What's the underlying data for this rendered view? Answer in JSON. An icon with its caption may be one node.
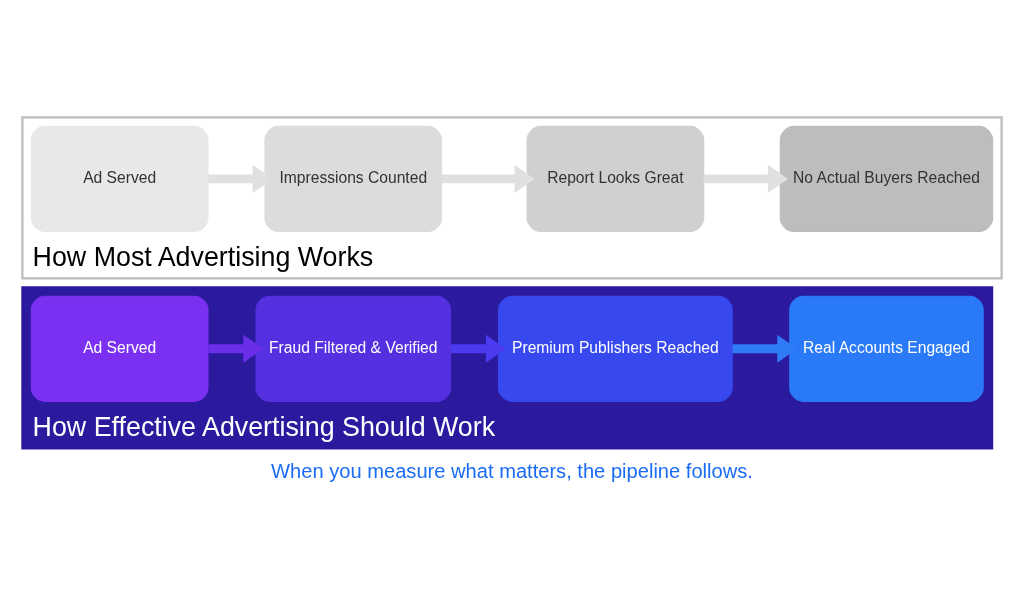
{
  "diagram": {
    "caption": "When you measure what matters, the pipeline follows.",
    "nodes": [
      {
        "text": [
          "How Most Advertising Works"
        ]
      },
      {
        "text": [
          "Ad Served"
        ],
        "in": 0
      },
      {
        "text": [
          "Impressions Counted"
        ],
        "in": 0
      },
      {
        "text": [
          "Report Looks Great"
        ],
        "in": 0
      },
      {
        "text": [
          "No Actual Buyers Reached"
        ],
        "in": 0
      },
      {
        "text": [
          "How Effective Advertising Should Work"
        ]
      },
      {
        "text": [
          "Ad Served"
        ],
        "in": 5
      },
      {
        "text": [
          "Fraud Filtered & Verified"
        ],
        "in": 5
      },
      {
        "text": [
          "Premium Publishers Reached"
        ],
        "in": 5
      },
      {
        "text": [
          "Real Accounts Engaged"
        ],
        "in": 5
      }
    ],
    "edges": [
      {
        "from": 1,
        "to": 2,
        "arrow": "to",
        "color": "#e0e0e0"
      },
      {
        "from": 2,
        "to": 3,
        "arrow": "to",
        "color": "#e0e0e0"
      },
      {
        "from": 3,
        "to": 4,
        "arrow": "to",
        "color": "#e0e0e0"
      },
      {
        "from": 6,
        "to": 7,
        "arrow": "to",
        "color": "#6a2ee8"
      },
      {
        "from": 7,
        "to": 8,
        "arrow": "to",
        "color": "#4a3af0"
      },
      {
        "from": 8,
        "to": 9,
        "arrow": "to",
        "color": "#2f7bf8"
      }
    ]
  }
}
